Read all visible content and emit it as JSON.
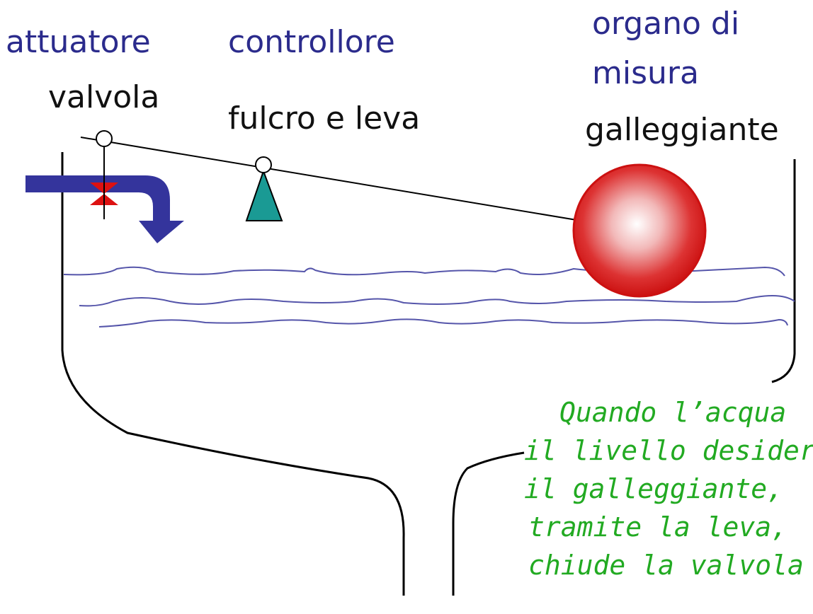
{
  "labels": {
    "actuator_role": "attuatore",
    "controller_role": "controllore",
    "measure_role_line1": "organo di",
    "measure_role_line2": "misura",
    "valve": "valvola",
    "fulcrum_lever": "fulcro e leva",
    "float": "galleggiante"
  },
  "note_lines": [
    "Quando l’acqua",
    "il livello desider",
    "il galleggiante,",
    "tramite la leva,",
    "chiude la valvola"
  ],
  "colors": {
    "role_text": "#2b2b8c",
    "component_text": "#111111",
    "note_text": "#22aa22",
    "inlet_pipe": "#34349c",
    "valve": "#dd1111",
    "fulcrum": "#1a9a94",
    "float": "#cc1111",
    "water": "#5555aa",
    "tank": "#000000"
  }
}
